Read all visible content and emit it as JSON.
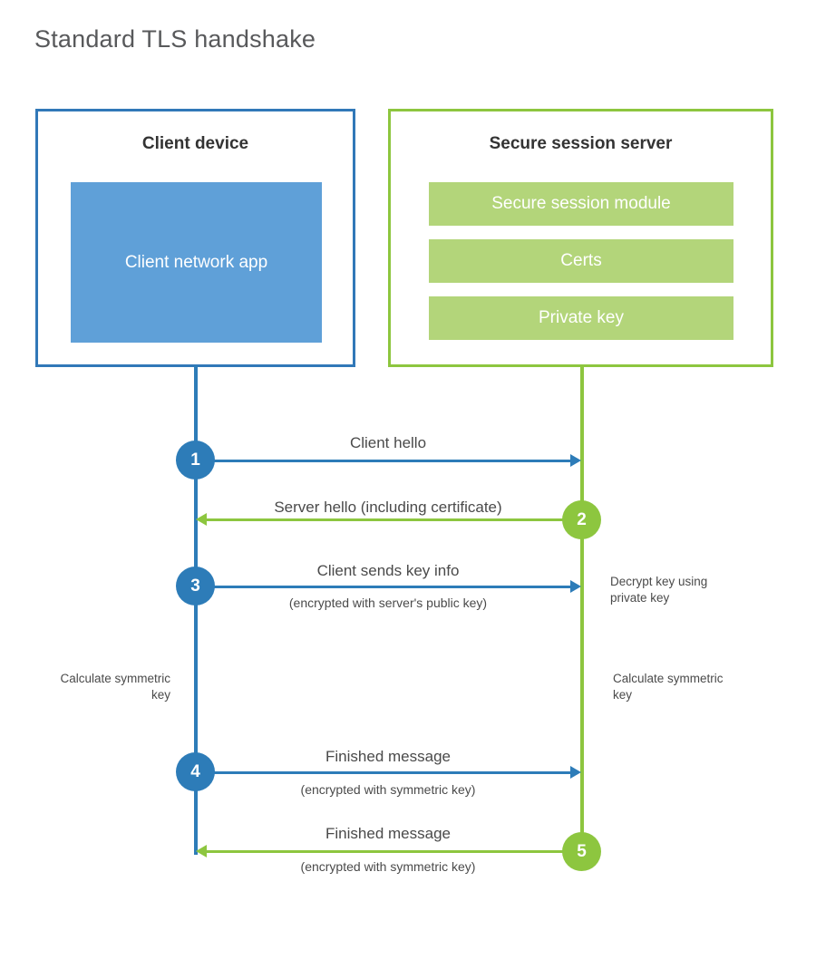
{
  "title": "Standard TLS handshake",
  "colors": {
    "client_accent": "#2d7cb8",
    "client_box_border": "#3178b8",
    "client_app_fill": "#5fa0d8",
    "server_accent": "#8dc63f",
    "server_item_fill": "#b3d57a",
    "title_text": "#58595b",
    "body_text": "#4a4a4a",
    "heading_text": "#333333"
  },
  "client": {
    "title": "Client device",
    "app_label": "Client network app"
  },
  "server": {
    "title": "Secure session server",
    "items": [
      {
        "label": "Secure session module"
      },
      {
        "label": "Certs"
      },
      {
        "label": "Private key"
      }
    ]
  },
  "steps": [
    {
      "number": "1",
      "label": "Client hello",
      "sub": "",
      "direction": "client-to-server",
      "color": "blue"
    },
    {
      "number": "2",
      "label": "Server hello (including certificate)",
      "sub": "",
      "direction": "server-to-client",
      "color": "green"
    },
    {
      "number": "3",
      "label": "Client sends key info",
      "sub": "(encrypted with server's public key)",
      "direction": "client-to-server",
      "color": "blue"
    },
    {
      "number": "4",
      "label": "Finished message",
      "sub": "(encrypted with symmetric key)",
      "direction": "client-to-server",
      "color": "blue"
    },
    {
      "number": "5",
      "label": "Finished message",
      "sub": "(encrypted with symmetric key)",
      "direction": "server-to-client",
      "color": "green"
    }
  ],
  "notes": {
    "decrypt_key": "Decrypt key using private key",
    "client_calculate": "Calculate symmetric key",
    "server_calculate": "Calculate symmetric key"
  }
}
